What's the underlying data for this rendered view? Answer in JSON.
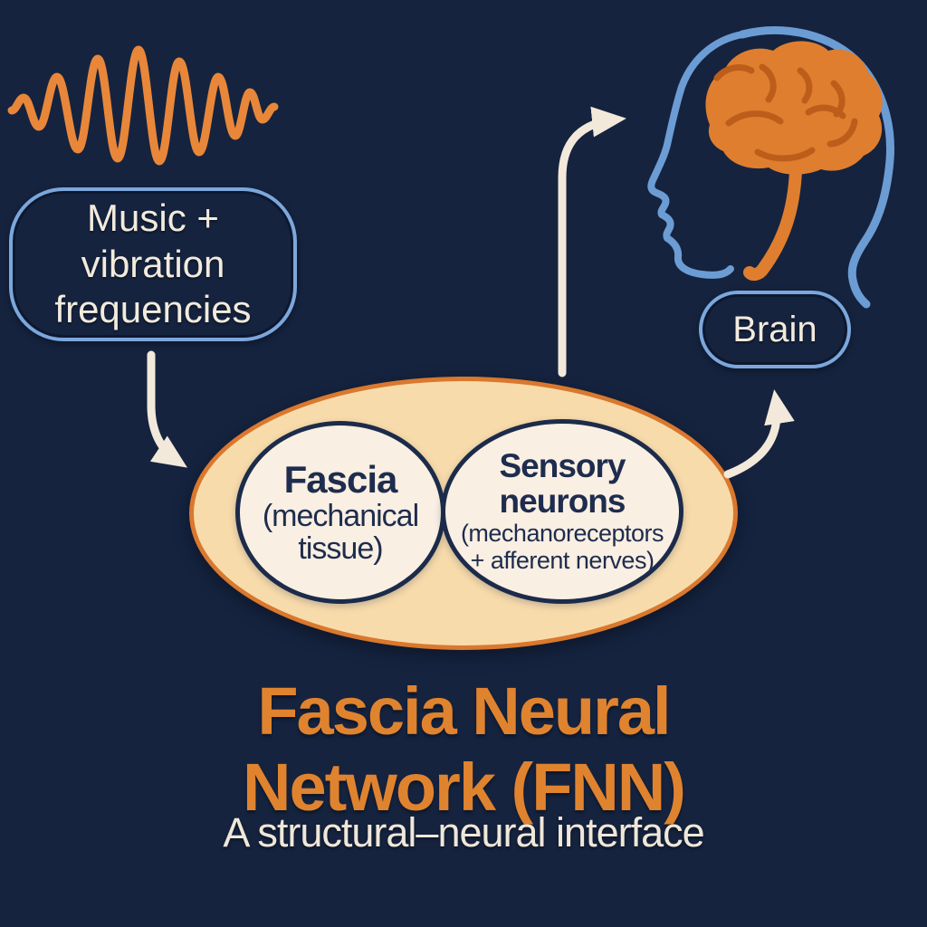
{
  "diagram": {
    "music_box": {
      "line1": "Music +",
      "line2": "vibration",
      "line3": "frequencies"
    },
    "brain_box": {
      "label": "Brain"
    },
    "fnn": {
      "fascia": {
        "title": "Fascia",
        "sub1": "(mechanical",
        "sub2": "tissue)"
      },
      "sensory": {
        "title1": "Sensory",
        "title2": "neurons",
        "sub1": "(mechanoreceptors",
        "sub2": "+ afferent nerves)"
      }
    },
    "title1": "Fascia Neural",
    "title2": "Network (FNN)",
    "subtitle": "A structural–neural interface",
    "icons": {
      "wave": "sound-wave-icon",
      "head": "head-profile-icon",
      "brain": "brain-icon",
      "arrow_music_to_fnn": "curved-arrow-down-right",
      "arrow_fnn_to_head": "curved-arrow-up-right",
      "arrow_fnn_to_brain": "curved-arrow-up"
    },
    "colors": {
      "background_navy": "#15233F",
      "node_border_blue": "#7BA7DC",
      "head_outline_blue": "#6C9CD4",
      "accent_orange": "#E0832F",
      "wave_orange": "#E8873A",
      "brain_orange": "#DF7E2E",
      "brain_fold_orange": "#BC5D1B",
      "ellipse_peach": "#F8DBAB",
      "ellipse_border_orange": "#D9782E",
      "inner_ellipse_cream": "#F9EFE2",
      "navy_text": "#1E2C4E",
      "cream_text": "#F2EBDD"
    }
  }
}
